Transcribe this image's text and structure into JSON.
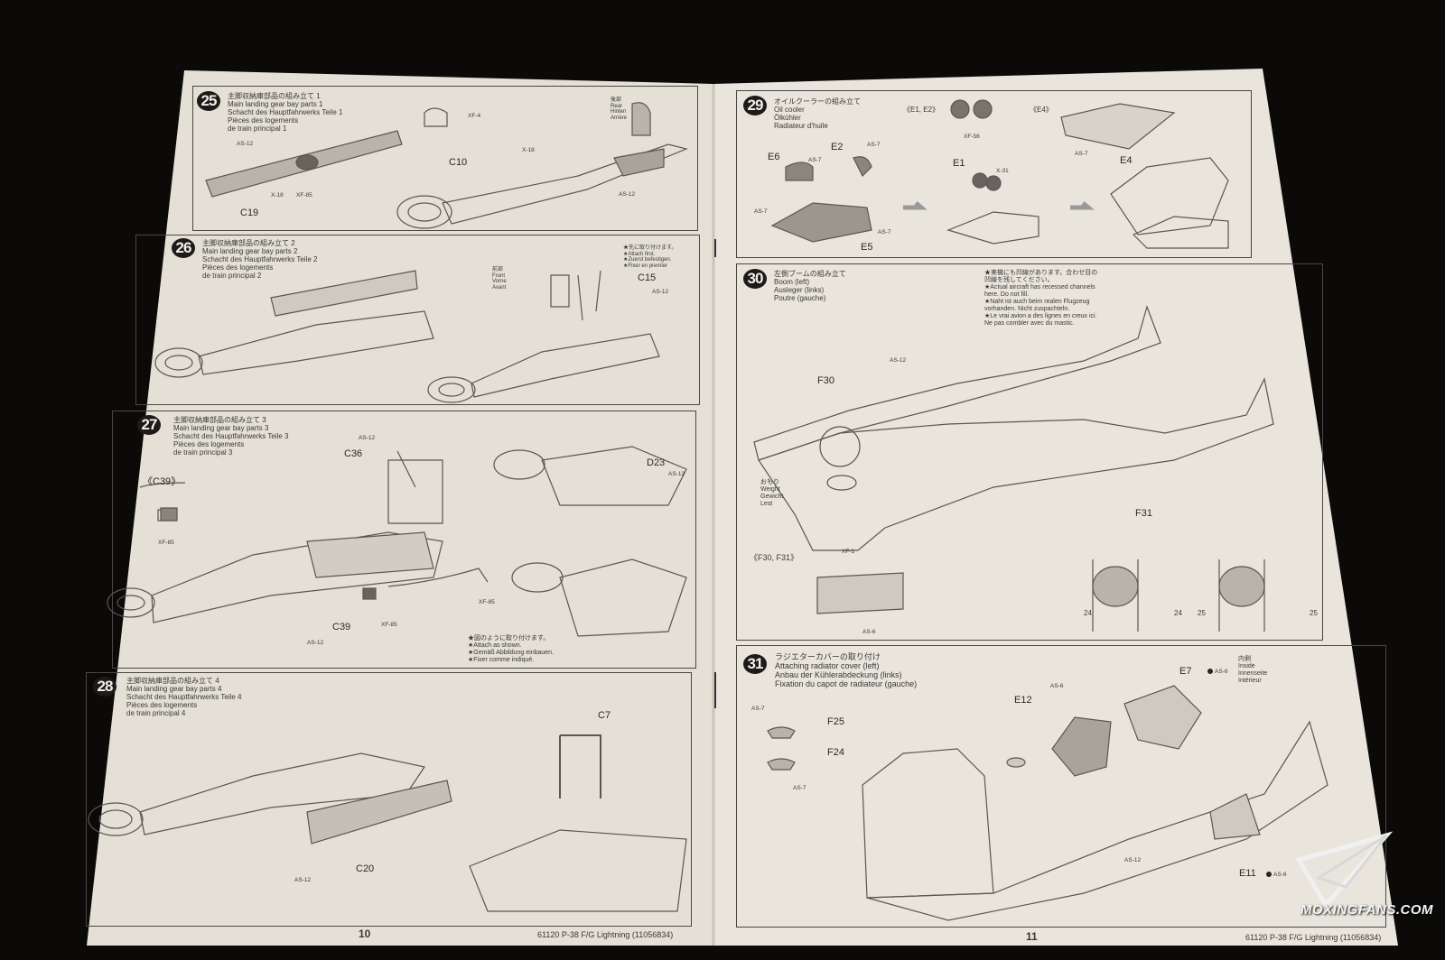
{
  "left_page": {
    "page_number": "10",
    "footer": "61120  P-38 F/G Lightning (11056834)",
    "steps": [
      {
        "number": "25",
        "ja": "主脚収納庫部品の組み立て 1",
        "en": "Main landing gear bay parts 1",
        "de": "Schacht des Hauptfahrwerks Teile 1",
        "fr": "Pièces des logements",
        "fr2": "de train principal 1",
        "parts": [
          "AS-12",
          "X-18",
          "XF-85",
          "C19",
          "C10",
          "X-18",
          "AS-12",
          "XF-4",
          "後部",
          "Rear",
          "Hinten",
          "Arrière"
        ]
      },
      {
        "number": "26",
        "ja": "主脚収納庫部品の組み立て 2",
        "en": "Main landing gear bay parts 2",
        "de": "Schacht des Hauptfahrwerks Teile 2",
        "fr": "Pièces des logements",
        "fr2": "de train principal 2",
        "parts": [
          "前部",
          "Front",
          "Vorne",
          "Avant",
          "C15",
          "AS-12"
        ],
        "note": [
          "★先に取り付けます。",
          "★Attach first.",
          "★Zuerst befestigen.",
          "★Fixer en premier"
        ]
      },
      {
        "number": "27",
        "ja": "主脚収納庫部品の組み立て 3",
        "en": "Main landing gear bay parts 3",
        "de": "Schacht des Hauptfahrwerks Teile 3",
        "fr": "Pièces des logements",
        "fr2": "de train principal 3",
        "parts": [
          "AS-12",
          "C36",
          "《C39》",
          "XF-85",
          "D23",
          "AS-12",
          "C39",
          "XF-85",
          "AS-12",
          "XF-85"
        ],
        "note": [
          "★図のように取り付けます。",
          "★Attach as shown.",
          "★Gemäß Abbildung einbauen.",
          "★Fixer comme indiqué."
        ]
      },
      {
        "number": "28",
        "ja": "主脚収納庫部品の組み立て 4",
        "en": "Main landing gear bay parts 4",
        "de": "Schacht des Hauptfahrwerks Teile 4",
        "fr": "Pièces des logements",
        "fr2": "de train principal 4",
        "parts": [
          "C7",
          "AS-12",
          "C20"
        ]
      }
    ]
  },
  "right_page": {
    "page_number": "11",
    "footer": "61120  P-38 F/G Lightning (11056834)",
    "steps": [
      {
        "number": "29",
        "ja": "オイルクーラーの組み立て",
        "en": "Oil cooler",
        "de": "Ölkühler",
        "fr": "Radiateur d'huile",
        "parts": [
          "《E1, E2》",
          "XF-56",
          "《E4》",
          "AS-7",
          "E6",
          "AS-7",
          "E2",
          "AS-7",
          "AS-7",
          "E5",
          "AS-7",
          "E1",
          "X-31",
          "E4"
        ]
      },
      {
        "number": "30",
        "ja": "左側ブームの組み立て",
        "en": "Boom (left)",
        "de": "Ausleger (links)",
        "fr": "Poutre (gauche)",
        "parts": [
          "AS-12",
          "F30",
          "F31",
          "おもり",
          "Weight",
          "Gewicht",
          "Lest",
          "《F30, F31》",
          "XF-1",
          "AS-6",
          "24",
          "24",
          "25",
          "25"
        ],
        "note": [
          "★実機にも凹線があります。合わせ目の",
          "凹線を残してください。",
          "★Actual aircraft has recessed channels",
          "here. Do not fill.",
          "★Naht ist auch beim realen Flugzeug",
          "vorhanden. Nicht zuspachteln.",
          "★Le vrai avion a des lignes en creux ici.",
          "Ne pas combler avec du mastic."
        ]
      },
      {
        "number": "31",
        "ja": "ラジエターカバーの取り付け",
        "en": "Attaching radiator cover (left)",
        "de": "Anbau der Kühlerabdeckung (links)",
        "fr": "Fixation du capot de radiateur (gauche)",
        "parts": [
          "AS-7",
          "F25",
          "F24",
          "AS-7",
          "E12",
          "AS-6",
          "E7",
          "AS-6",
          "AS-12",
          "E11",
          "AS-6"
        ],
        "inside": [
          "内側",
          "Inside",
          "Innenseite",
          "Intérieur"
        ]
      }
    ]
  },
  "watermark": "MOXINGFANS.COM",
  "colors": {
    "paper": "#e9e5dc",
    "background": "#0b0a09",
    "ink": "#2a2826"
  }
}
